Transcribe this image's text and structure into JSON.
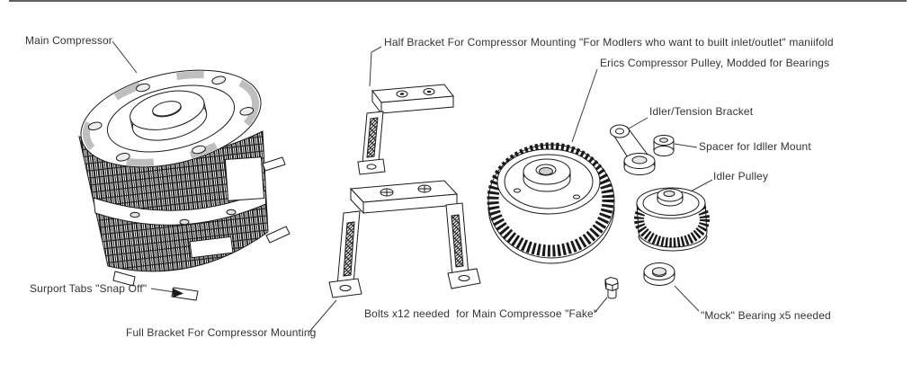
{
  "diagram": {
    "labels": {
      "main_compressor": "Main Compressor",
      "half_bracket": "Half Bracket For Compressor Mounting \"For Modlers who want to built inlet/outlet\" maniifold",
      "erics_pulley": "Erics Compressor Pulley, Modded for Bearings",
      "idler_tension_bracket": "Idler/Tension Bracket",
      "spacer": "Spacer for Idller Mount",
      "idler_pulley": "Idler Pulley",
      "support_tabs": "Surport Tabs \"Snap Off\"",
      "full_bracket": "Full Bracket For Compressor Mounting",
      "bolts": "Bolts x12 needed  for Main Compressoe \"Fake\"",
      "mock_bearing": "\"Mock\" Bearing x5 needed"
    },
    "colors": {
      "background": "#ffffff",
      "line": "#1a1a1a",
      "text": "#333333"
    }
  }
}
